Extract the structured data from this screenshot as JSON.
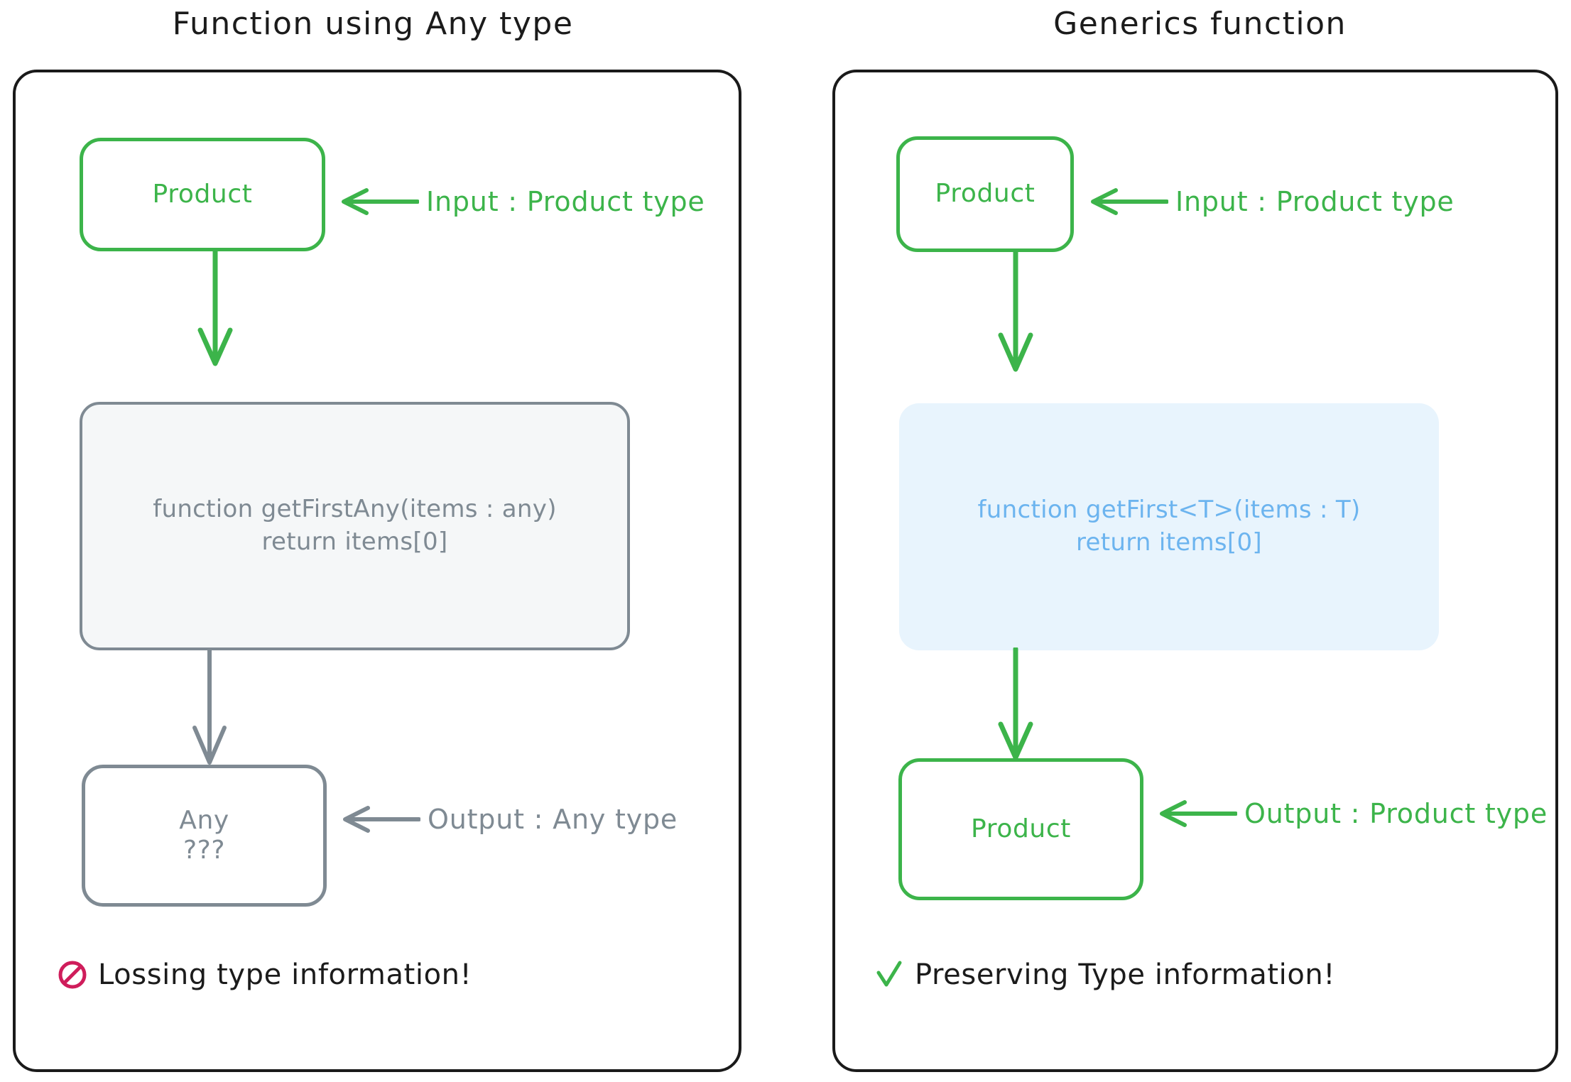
{
  "panels": [
    {
      "id": "any-type",
      "title": "Function using Any type",
      "input_box": {
        "label": "Product",
        "color": "#3cb44a"
      },
      "input_annotation": {
        "text": "Input : Product type",
        "color": "#3cb44a",
        "arrow": "left-arrow-icon"
      },
      "function_box": {
        "line1": "function getFirstAny(items : any)",
        "line2": "return items[0]",
        "text_color": "#8a949c",
        "fill": "#f5f7f8",
        "border": "#7f8a93"
      },
      "output_box": {
        "line1": "Any",
        "line2": "???",
        "color": "#7f8a93"
      },
      "output_annotation": {
        "text": "Output : Any type",
        "color": "#7f8a93",
        "arrow": "left-arrow-icon"
      },
      "connector_top_color": "#3cb44a",
      "connector_bottom_color": "#7f8a93",
      "status": {
        "icon": "prohibition-icon",
        "icon_color": "#cf1d5b",
        "text": "Lossing type information!"
      }
    },
    {
      "id": "generics",
      "title": "Generics function",
      "input_box": {
        "label": "Product",
        "color": "#3cb44a"
      },
      "input_annotation": {
        "text": "Input : Product type",
        "color": "#3cb44a",
        "arrow": "left-arrow-icon"
      },
      "function_box": {
        "line1": "function getFirst<T>(items : T)",
        "line2": "return items[0]",
        "text_color": "#6cb4ef",
        "fill": "#e8f4fd",
        "border": "none"
      },
      "output_box": {
        "line1": "Product",
        "line2": "",
        "color": "#3cb44a"
      },
      "output_annotation": {
        "text": "Output : Product type",
        "color": "#3cb44a",
        "arrow": "left-arrow-icon"
      },
      "connector_top_color": "#3cb44a",
      "connector_bottom_color": "#3cb44a",
      "status": {
        "icon": "check-icon",
        "icon_color": "#3cb44a",
        "text": "Preserving Type information!"
      }
    }
  ]
}
